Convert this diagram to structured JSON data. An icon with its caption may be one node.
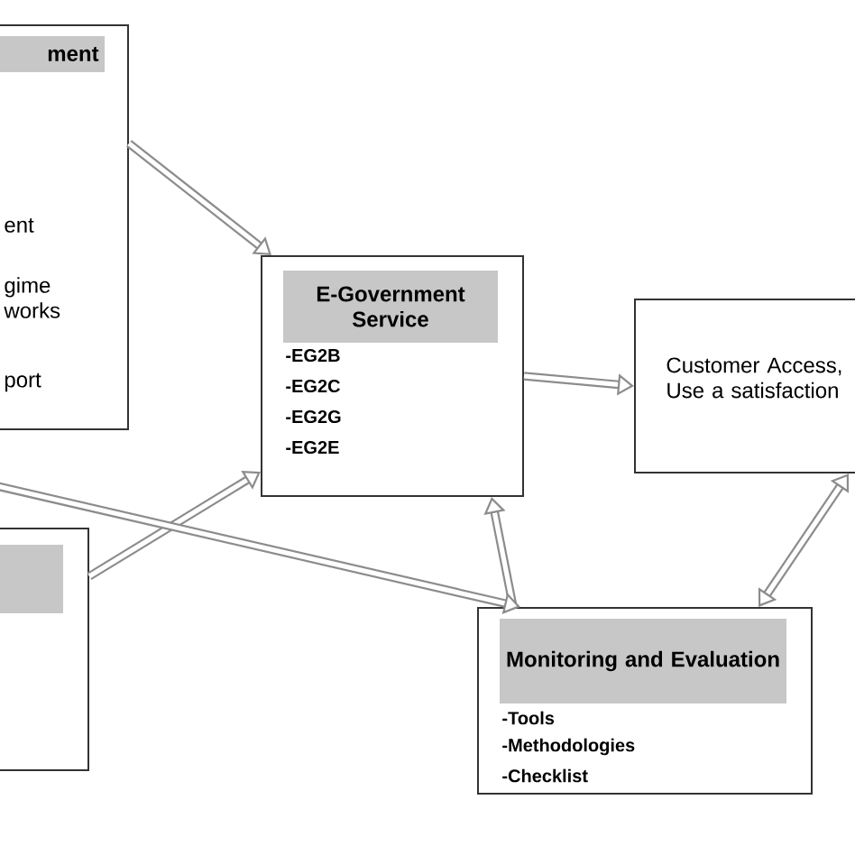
{
  "diagram": {
    "nodes": [
      {
        "text": [
          "ment",
          "ent",
          "gime works",
          "port"
        ]
      },
      {
        "text": [
          "E-Government Service",
          "-EG2B",
          "-EG2C",
          "-EG2G",
          "-EG2E"
        ]
      },
      {
        "text": [],
        "shape": "box"
      },
      {
        "text": [
          "Customer Access, Use a satisfaction"
        ]
      },
      {
        "text": [
          "Monitoring and Evaluation",
          "-Tools",
          "-Methodologies",
          "-Checklist"
        ]
      }
    ],
    "edges": [
      {
        "from": 0,
        "to": 1,
        "arrow": "to"
      },
      {
        "from": 2,
        "to": 1,
        "arrow": "to"
      },
      {
        "from": 1,
        "to": 3,
        "arrow": "to"
      },
      {
        "from": 4,
        "to": 1,
        "arrow": "to"
      },
      {
        "from": 3,
        "to": 4,
        "arrow": "both"
      },
      {
        "from": null,
        "to": 4,
        "arrow": "to"
      }
    ]
  }
}
